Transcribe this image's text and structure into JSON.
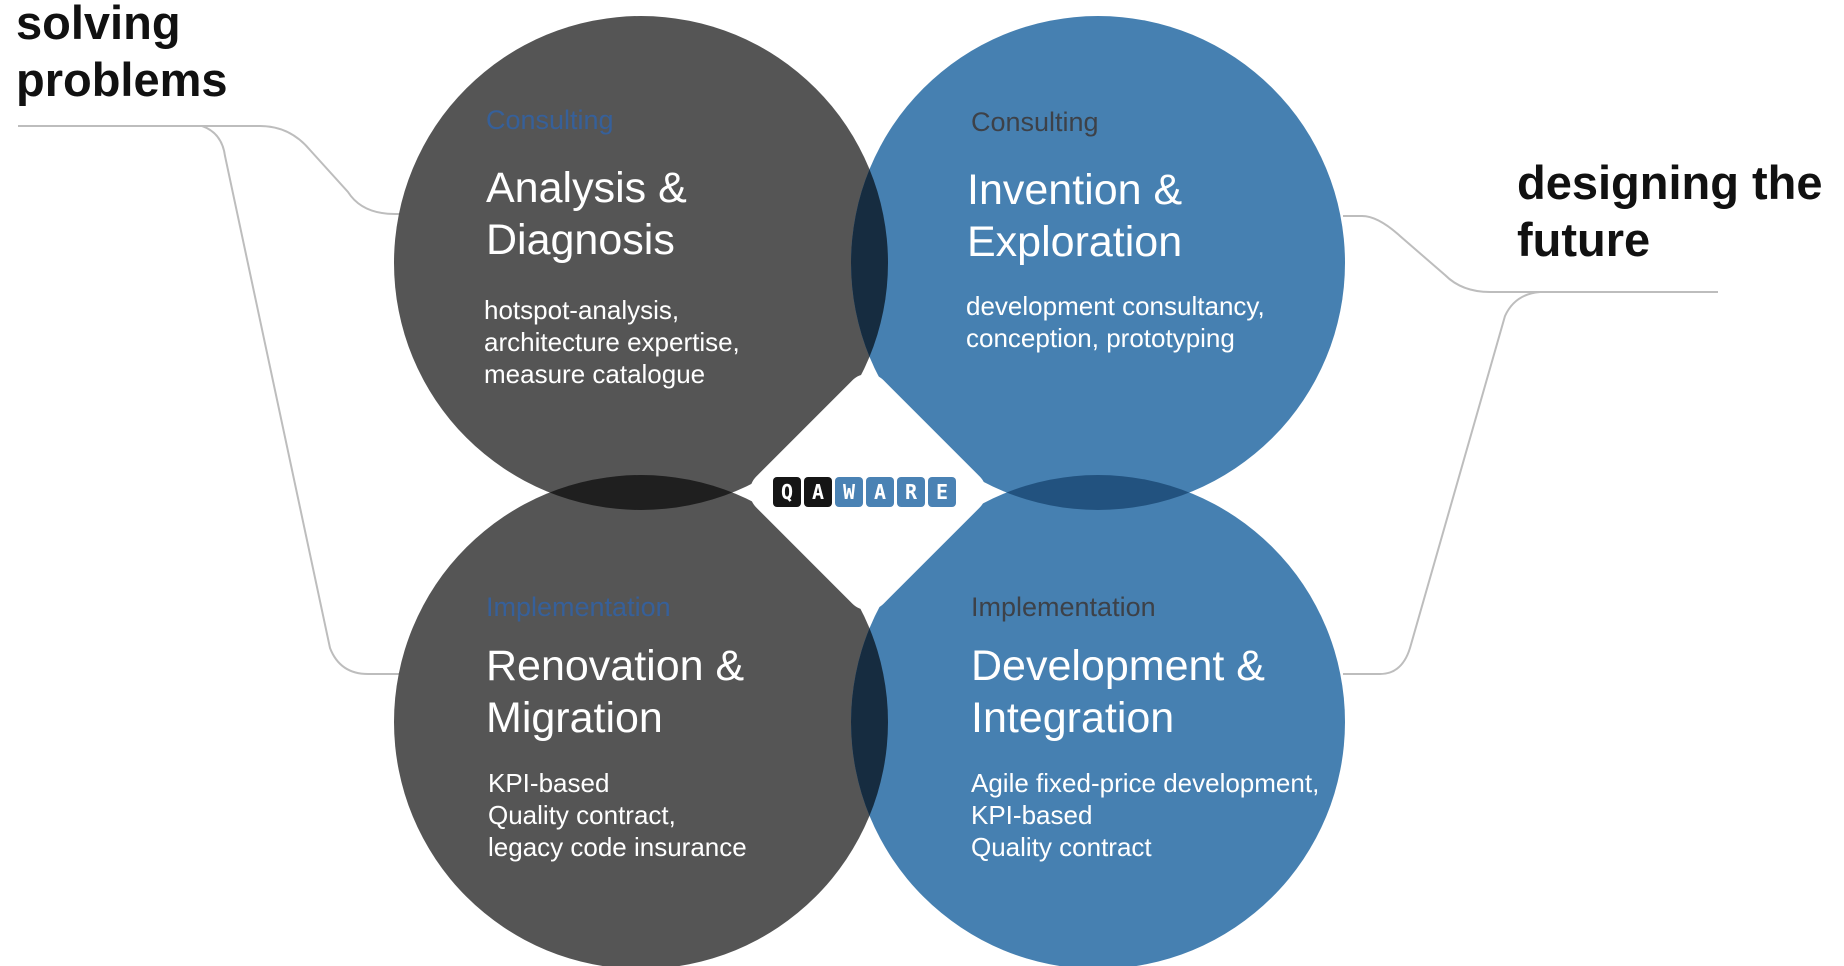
{
  "headings": {
    "left": [
      "solving",
      "problems"
    ],
    "right": [
      "designing the",
      "future"
    ]
  },
  "quadrants": {
    "analysis": {
      "category": "Consulting",
      "title": [
        "Analysis &",
        "Diagnosis"
      ],
      "description": [
        "hotspot-analysis,",
        "architecture expertise,",
        "measure catalogue"
      ]
    },
    "invention": {
      "category": "Consulting",
      "title": [
        "Invention &",
        "Exploration"
      ],
      "description": [
        "development consultancy,",
        "conception, prototyping"
      ]
    },
    "renovation": {
      "category": "Implementation",
      "title": [
        "Renovation &",
        "Migration"
      ],
      "description": [
        "KPI-based",
        "Quality contract,",
        "legacy code insurance"
      ]
    },
    "development": {
      "category": "Implementation",
      "title": [
        "Development &",
        "Integration"
      ],
      "description": [
        "Agile fixed-price development,",
        "KPI-based",
        "Quality contract"
      ]
    }
  },
  "logo": {
    "letters": [
      "Q",
      "A",
      "W",
      "A",
      "R",
      "E"
    ],
    "colors": [
      "#151515",
      "#151515",
      "#4a82b4",
      "#4a82b4",
      "#4a82b4",
      "#4a82b4"
    ]
  },
  "colors": {
    "dark_circle": "#555555",
    "blue_circle": "#4680b1",
    "overlap_vertical": "#162c40",
    "overlap_dark": "#1f1f1f",
    "overlap_blue": "#22527f",
    "connector": "#bdbdbd"
  }
}
